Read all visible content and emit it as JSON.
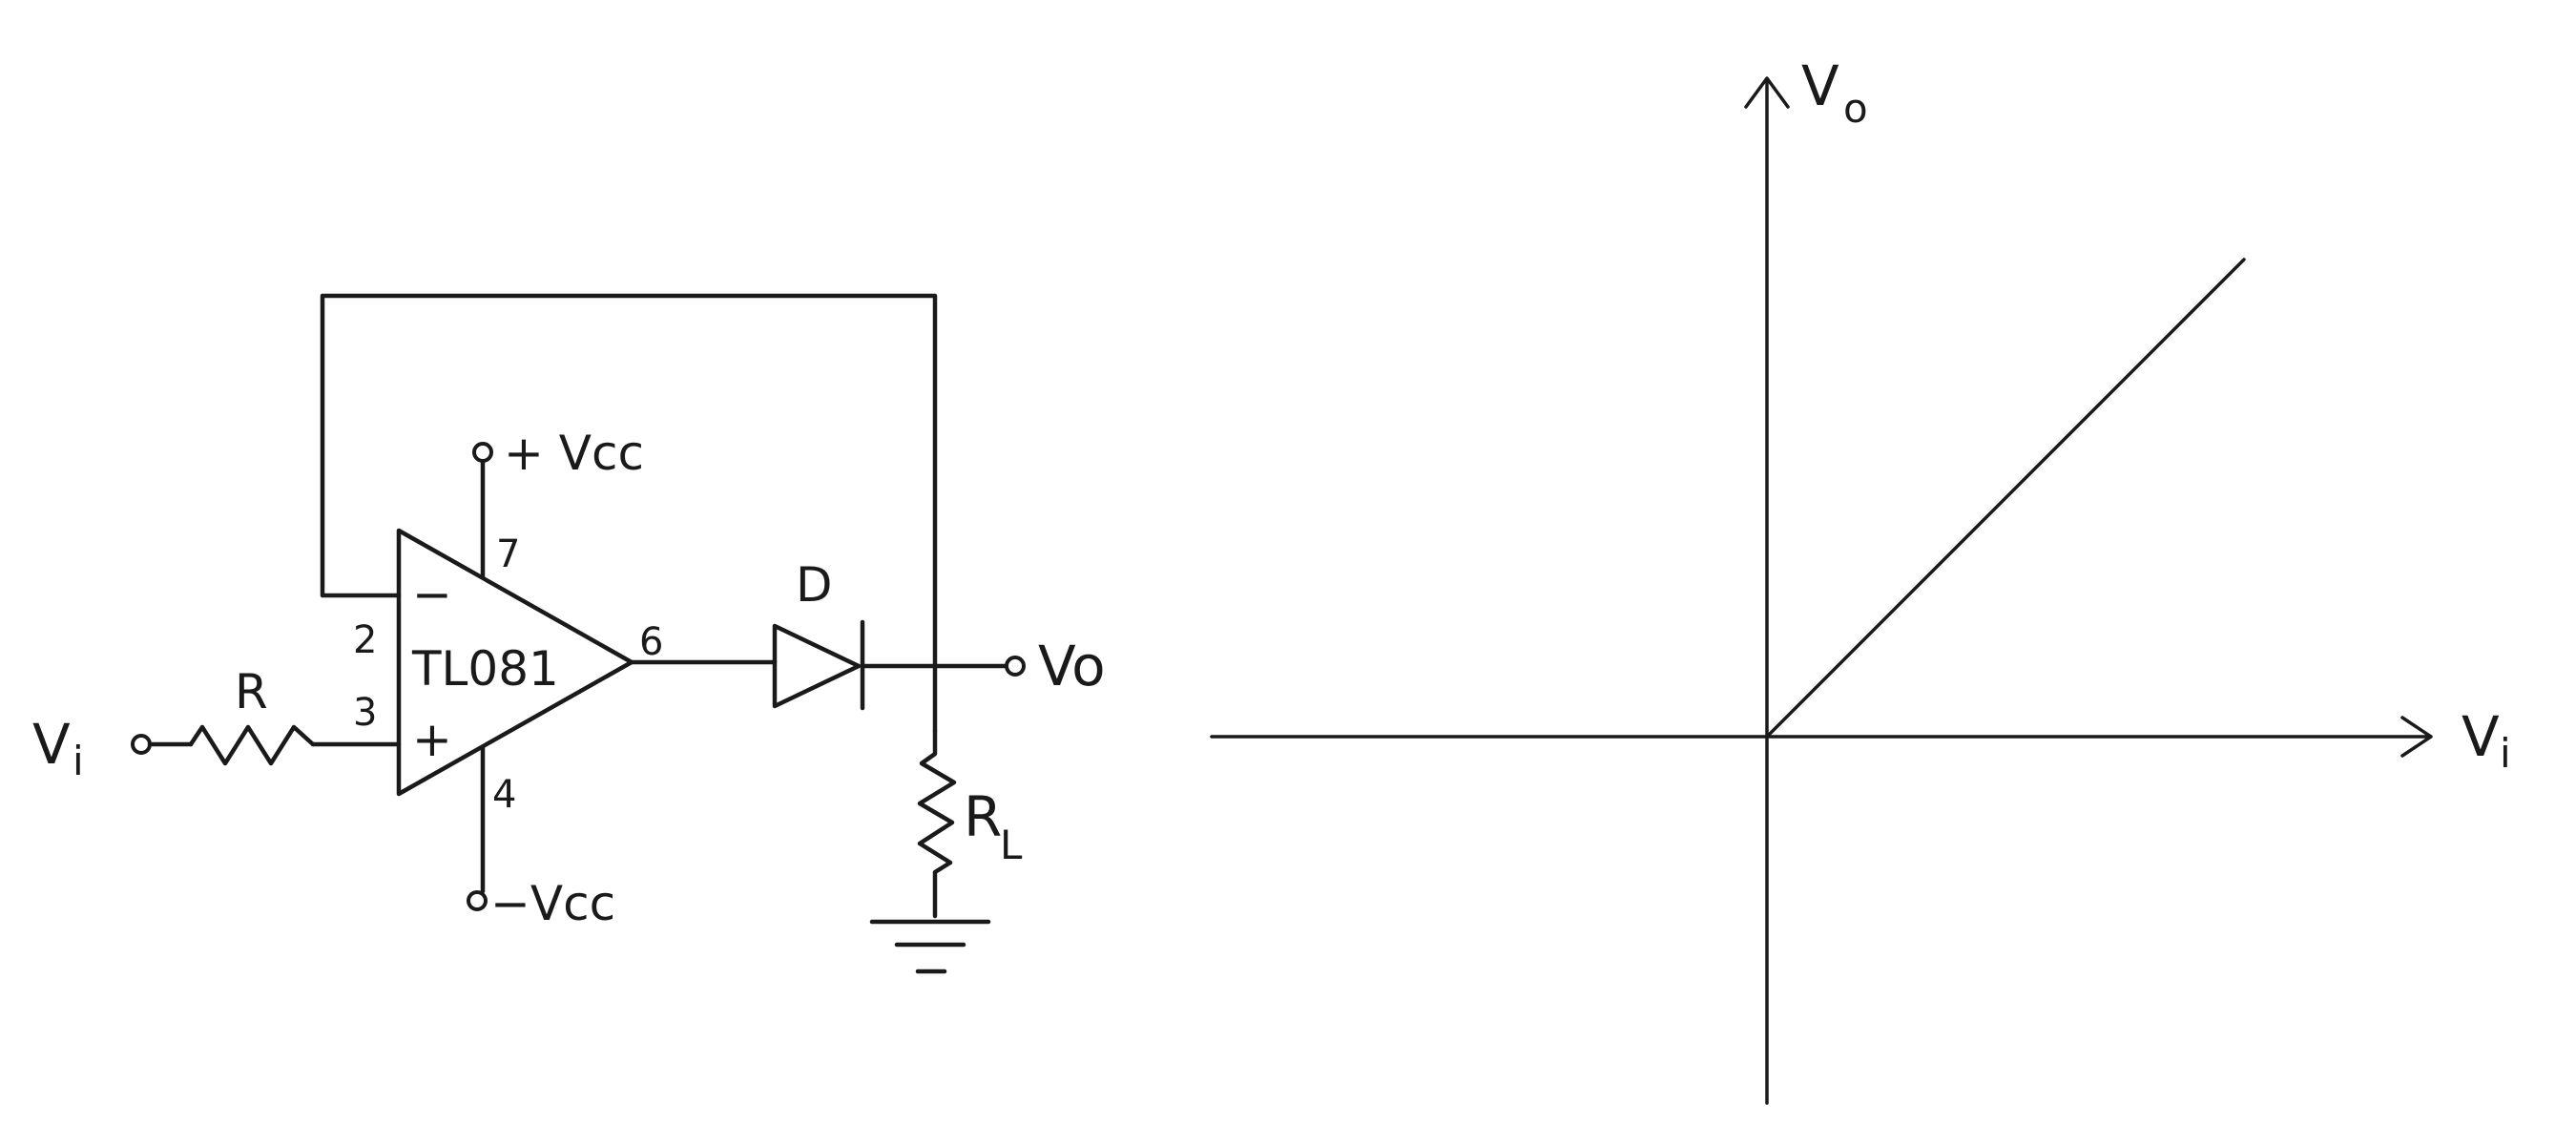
{
  "circuit": {
    "input_label": "V",
    "input_label_sub": "i",
    "resistor_label": "R",
    "opamp_label": "TL081",
    "opamp_minus": "−",
    "opamp_plus": "+",
    "pin_inverting": "2",
    "pin_noninverting": "3",
    "pin_output": "6",
    "pin_vplus": "7",
    "pin_vminus": "4",
    "supply_positive": "+ Vcc",
    "supply_negative": "−Vcc",
    "diode_label": "D",
    "output_label": "Vo",
    "load_label": "R",
    "load_label_sub": "L"
  },
  "transfer_graph": {
    "y_axis_label": "V",
    "y_axis_label_sub": "o",
    "x_axis_label": "V",
    "x_axis_label_sub": "i"
  },
  "chart_data": {
    "type": "line",
    "title": "",
    "xlabel": "Vi",
    "ylabel": "Vo",
    "x": [
      -1,
      0,
      1
    ],
    "series": [
      {
        "values": [
          0,
          0,
          1
        ]
      }
    ],
    "grid": false
  }
}
